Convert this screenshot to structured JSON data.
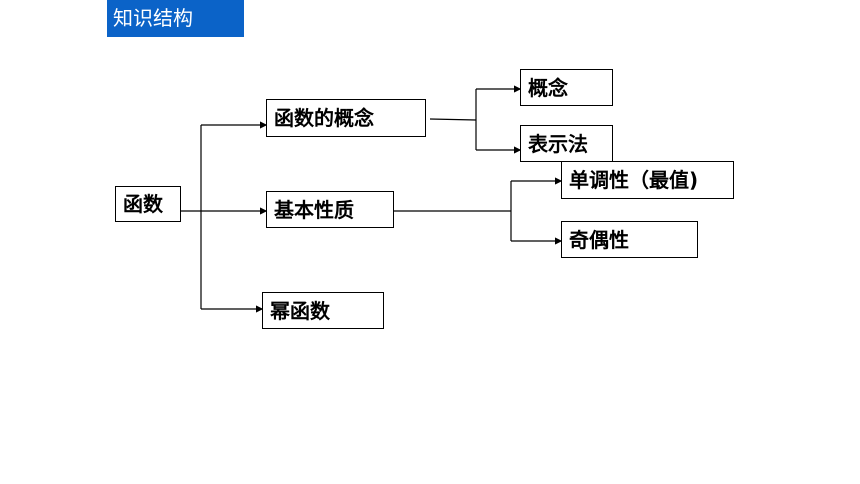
{
  "header": {
    "title": "知识结构"
  },
  "colors": {
    "header_bg": "#0b63c8",
    "line": "#000000"
  },
  "nodes": {
    "root": "函数",
    "concept_of_function": "函数的概念",
    "basic_properties": "基本性质",
    "power_function": "幂函数",
    "concept": "概念",
    "representation": "表示法",
    "monotonicity": "单调性（最值)",
    "parity": "奇偶性"
  }
}
